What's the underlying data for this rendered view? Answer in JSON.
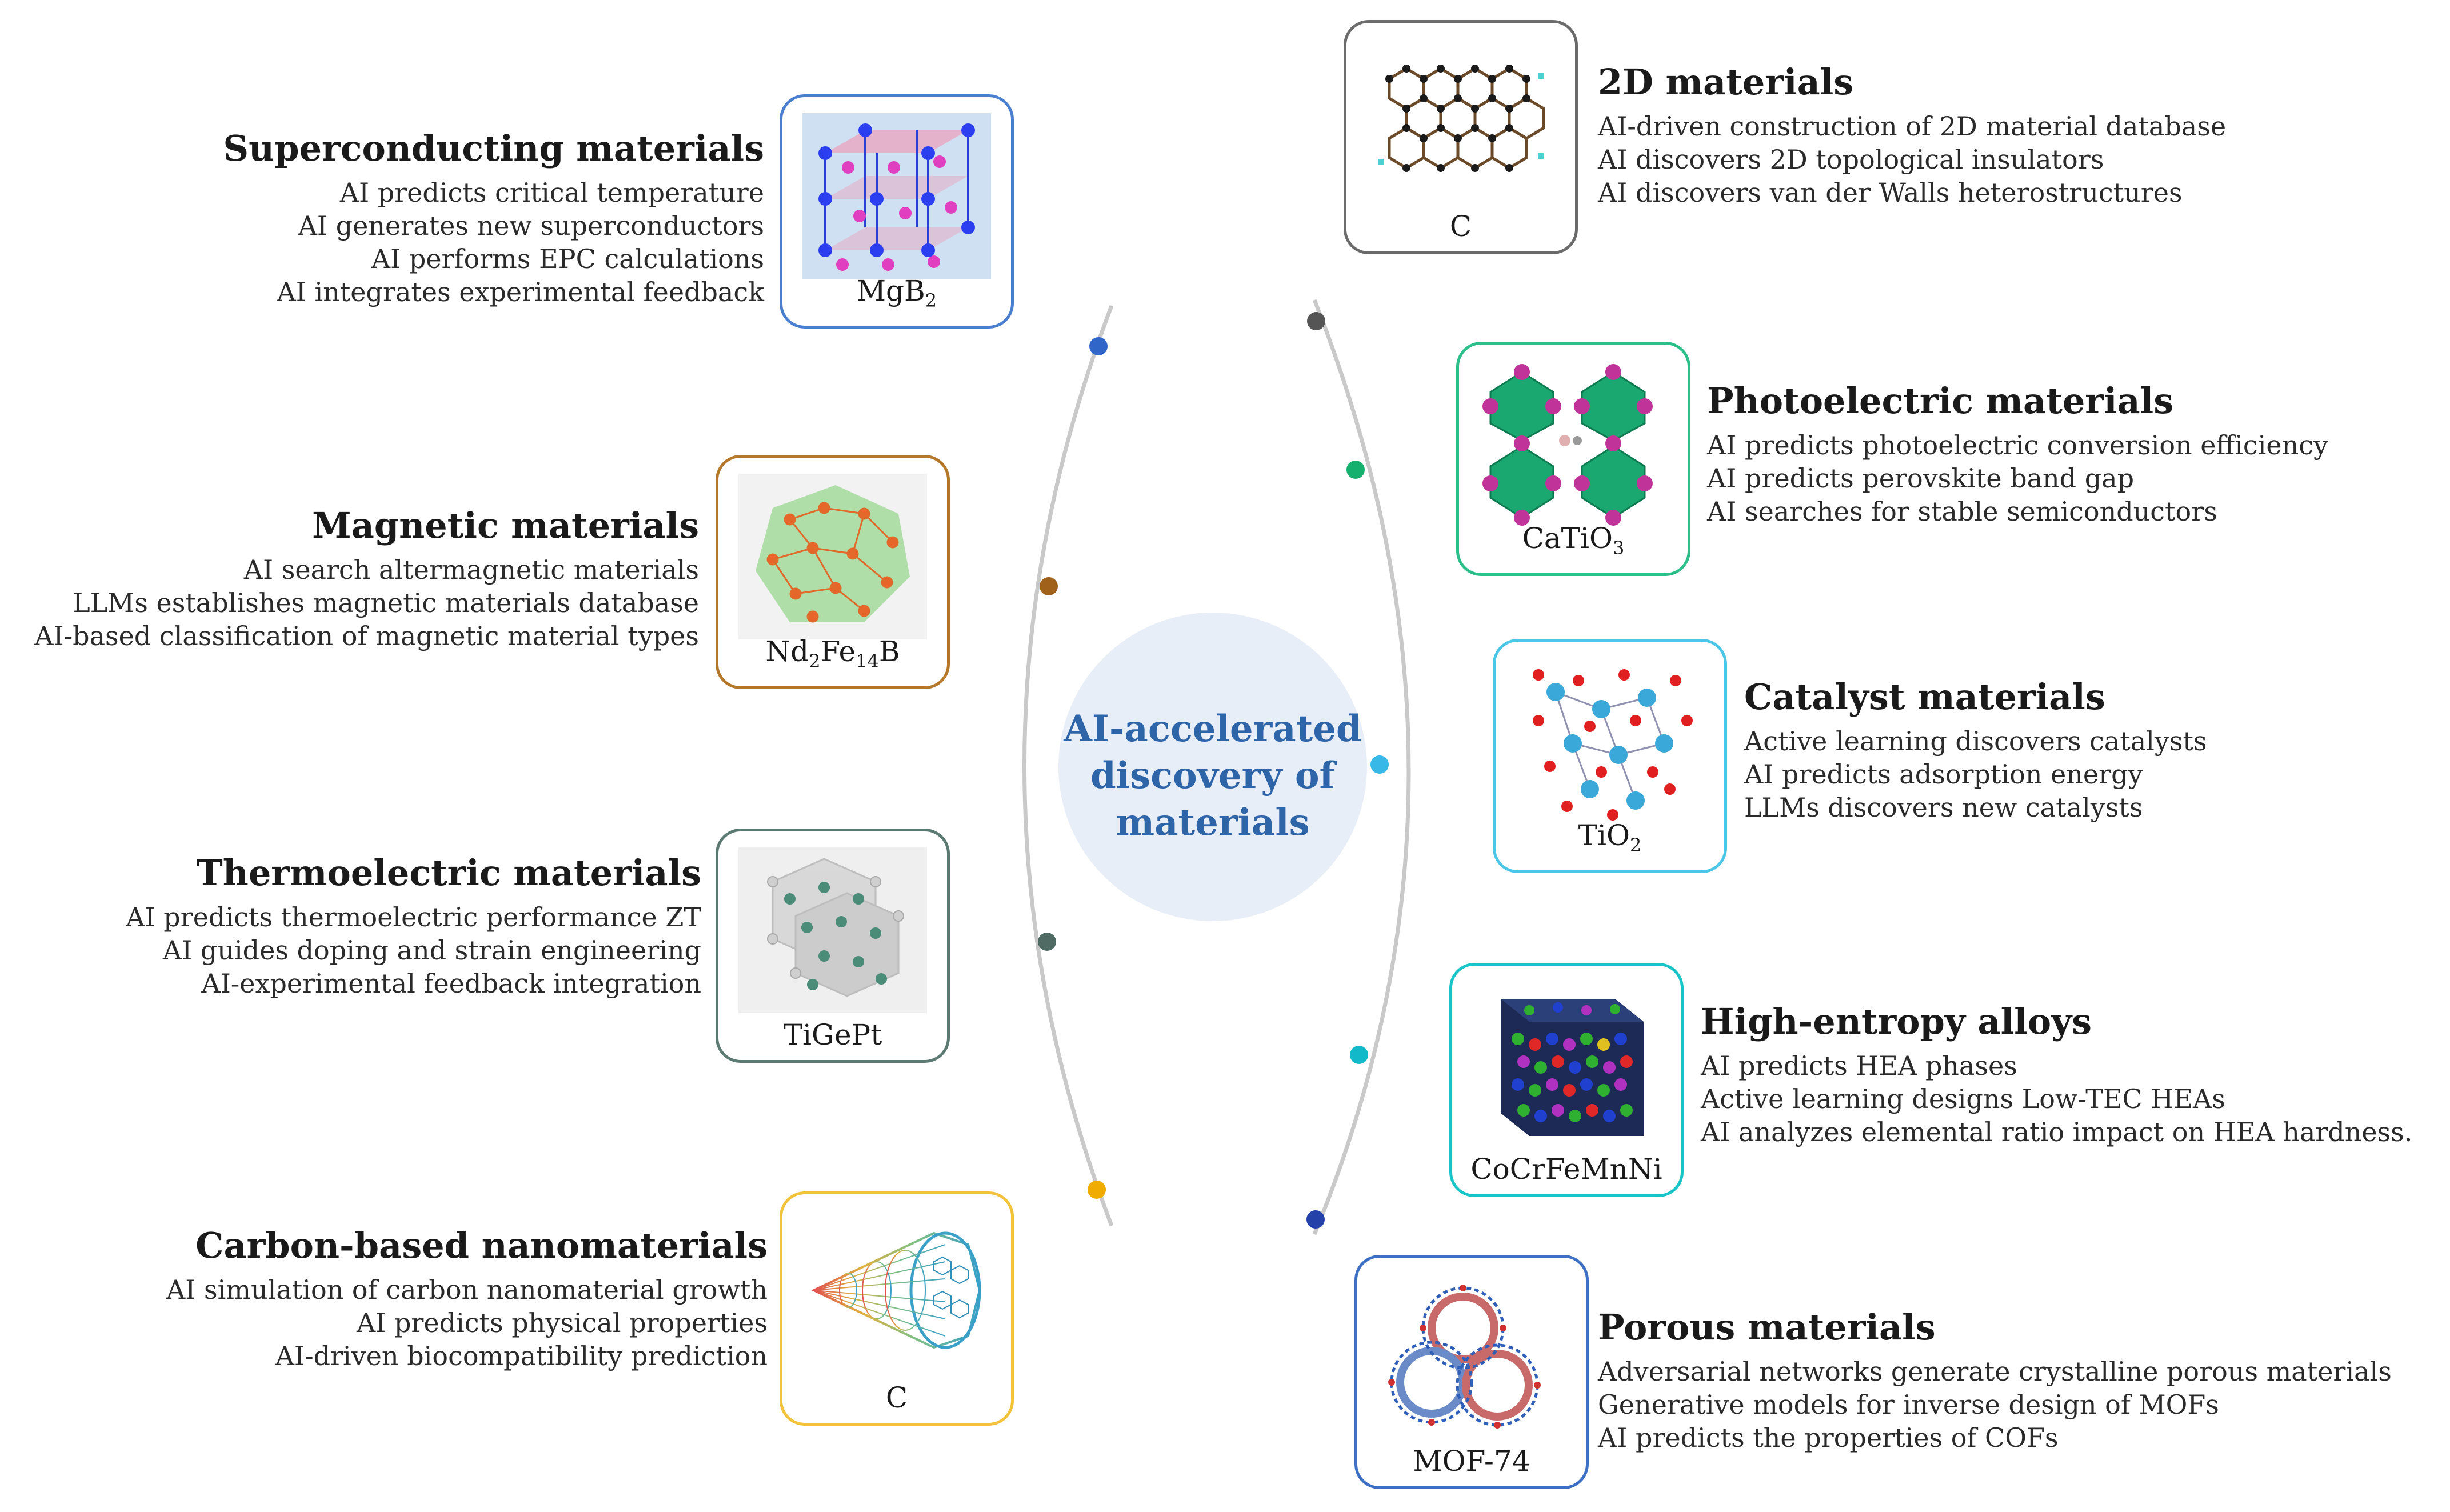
{
  "center": {
    "line1": "AI-accelerated",
    "line2": "discovery of",
    "line3": "materials"
  },
  "categories": [
    {
      "title": "Superconducting materials",
      "color": "#4a7fd0",
      "formula": {
        "base": "MgB",
        "sub": "2",
        "tail": ""
      },
      "items": [
        "AI predicts critical temperature",
        "AI generates new superconductors",
        "AI performs EPC calculations",
        "AI integrates experimental feedback"
      ]
    },
    {
      "title": "Magnetic materials",
      "color": "#b5772a",
      "formula": {
        "base": "Nd",
        "sub": "2",
        "tail": "Fe",
        "sub2": "14",
        "tail2": "B"
      },
      "items": [
        "AI search altermagnetic materials",
        "LLMs establishes magnetic materials database",
        "AI-based classification of magnetic material types"
      ]
    },
    {
      "title": "Thermoelectric materials",
      "color": "#5b7a72",
      "formula": {
        "base": "TiGePt",
        "sub": "",
        "tail": ""
      },
      "items": [
        "AI predicts thermoelectric performance ZT",
        "AI guides doping and strain engineering",
        "AI-experimental feedback integration"
      ]
    },
    {
      "title": "Carbon-based nanomaterials",
      "color": "#f2c23a",
      "formula": {
        "base": "C",
        "sub": "",
        "tail": ""
      },
      "items": [
        "AI simulation of carbon nanomaterial growth",
        "AI predicts physical properties",
        "AI-driven biocompatibility prediction"
      ]
    },
    {
      "title": "2D materials",
      "color": "#6b6b6b",
      "formula": {
        "base": "C",
        "sub": "",
        "tail": ""
      },
      "items": [
        "AI-driven construction of 2D material database",
        "AI discovers 2D topological insulators",
        "AI discovers van der Walls heterostructures"
      ]
    },
    {
      "title": "Photoelectric materials",
      "color": "#2cbf8a",
      "formula": {
        "base": "CaTiO",
        "sub": "3",
        "tail": ""
      },
      "items": [
        "AI predicts photoelectric conversion efficiency",
        "AI predicts perovskite band gap",
        "AI searches for stable semiconductors"
      ]
    },
    {
      "title": "Catalyst materials",
      "color": "#4cc6e6",
      "formula": {
        "base": "TiO",
        "sub": "2",
        "tail": ""
      },
      "items": [
        "Active learning discovers catalysts",
        "AI predicts adsorption energy",
        "LLMs discovers new catalysts"
      ]
    },
    {
      "title": "High-entropy alloys",
      "color": "#19c4c8",
      "formula": {
        "base": "CoCrFeMnNi",
        "sub": "",
        "tail": ""
      },
      "items": [
        "AI predicts HEA phases",
        "Active learning designs Low-TEC HEAs",
        "AI analyzes elemental ratio impact on HEA hardness."
      ]
    },
    {
      "title": "Porous materials",
      "color": "#3d6fc4",
      "formula": {
        "base": "MOF-74",
        "sub": "",
        "tail": ""
      },
      "items": [
        "Adversarial networks generate crystalline porous materials",
        "Generative models for inverse design of MOFs",
        "AI predicts the properties of COFs"
      ]
    }
  ],
  "dot_colors": [
    "#2f66c8",
    "#a0621b",
    "#4f6b63",
    "#f0ad00",
    "#555555",
    "#16b06e",
    "#37b8e6",
    "#11b9c9",
    "#2341a8"
  ]
}
